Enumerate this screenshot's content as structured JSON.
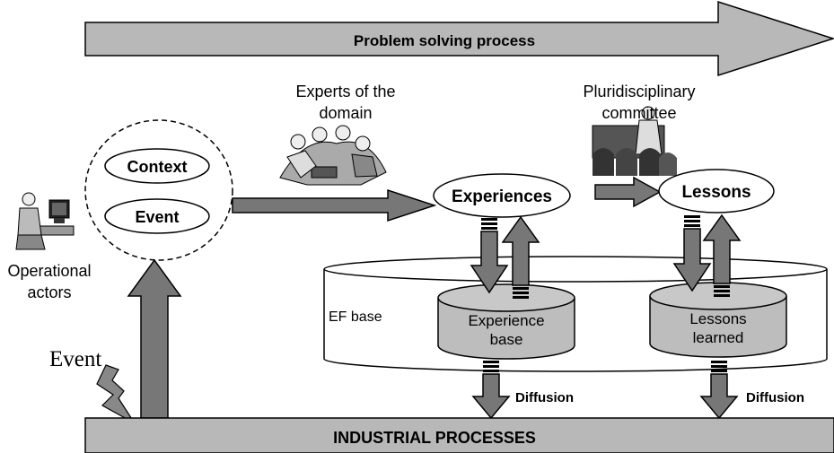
{
  "process_banner": {
    "label": "Problem solving process"
  },
  "industrial_bar": {
    "label": "INDUSTRIAL PROCESSES"
  },
  "actors": {
    "operational": {
      "line1": "Operational",
      "line2": "actors"
    },
    "experts": {
      "line1": "Experts of the",
      "line2": "domain"
    },
    "committee": {
      "line1": "Pluridisciplinary",
      "line2": "committee"
    }
  },
  "event_trigger": {
    "label": "Event"
  },
  "capture": {
    "context": "Context",
    "event": "Event"
  },
  "nodes": {
    "experiences": "Experiences",
    "lessons": "Lessons"
  },
  "ef_base": {
    "label": "EF base",
    "experience_base": {
      "line1": "Experience",
      "line2": "base"
    },
    "lessons_learned": {
      "line1": "Lessons",
      "line2": "learned"
    }
  },
  "diffusion": {
    "left": "Diffusion",
    "right": "Diffusion"
  },
  "colors": {
    "arrow_fill": "#777777",
    "banner_fill": "#b8b8b8",
    "cylinder_fill": "#bdbdbd",
    "outline": "#000000"
  }
}
